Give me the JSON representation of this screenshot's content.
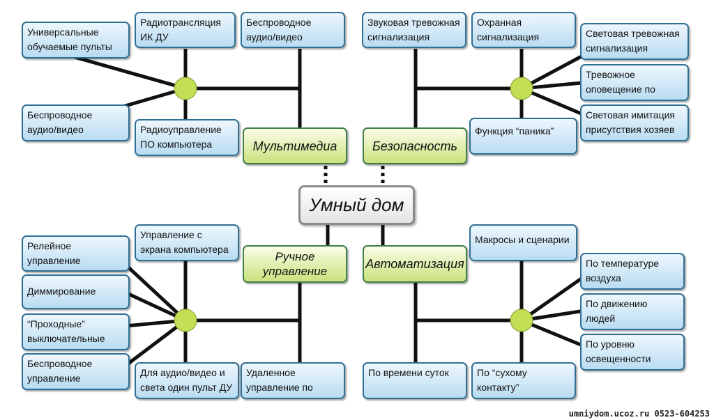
{
  "center": {
    "title": "Умный дом"
  },
  "categories": {
    "multimedia": "Мультимедиа",
    "security": "Безопасность",
    "manual": "Ручное\nуправление",
    "automation": "Автоматизация"
  },
  "multimedia_items": {
    "remotes": "Универсальные обучаемые пульты ИК ДУ",
    "radio": "Радиотрансляция ИК ДУ",
    "av": "Беспроводное аудио/видео",
    "surveillance": "Беспроводное аудио/видео наблюдение",
    "pc_radio": "Радиоуправление ПО компьютера"
  },
  "security_items": {
    "sound_alarm": "Звуковая тревожная сигнализация",
    "guard_alarm": "Охранная сигнализация",
    "light_alarm": "Световая тревожная сигнализация",
    "phone_alert": "Тревожное оповещение по телефону",
    "presence_imitation": "Световая имитация присутствия хозяев",
    "panic": "Функция “паника”"
  },
  "manual_items": {
    "screen": "Управление с экрана компьютера",
    "relay": "Релейное управление",
    "dimming": "Диммирование",
    "pass_through": "“Проходные” выключательные схемы",
    "wireless_electric": "Беспроводное управление электрикой",
    "one_remote": "Для аудио/видео и света один пульт ДУ",
    "phone_remote": "Удаленное управление по телефону"
  },
  "automation_items": {
    "macros": "Макросы и сценарии",
    "temperature": "По температуре воздуха",
    "motion": "По движению людей",
    "light_level": "По уровню освещенности",
    "time": "По времени суток",
    "dry_contact": "По “сухому контакту”"
  },
  "watermark": "umniydom.ucoz.ru 0523-604253",
  "colors": {
    "hub": "#c3df55",
    "line": "#111111",
    "box_border": "#2f6f93",
    "cat_border": "#3f7d4a"
  }
}
